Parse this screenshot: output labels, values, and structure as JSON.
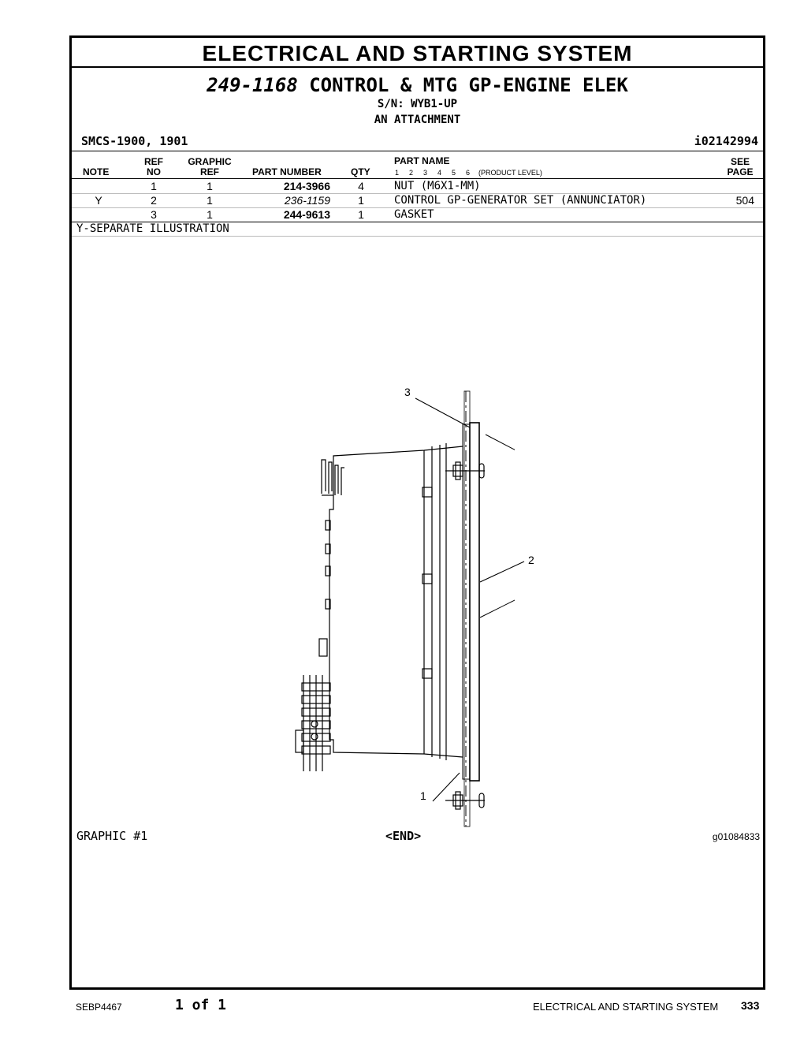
{
  "header": {
    "main_title": "ELECTRICAL AND STARTING SYSTEM",
    "group_number": "249-1168",
    "group_name": "CONTROL & MTG GP-ENGINE ELEK",
    "serial": "S/N: WYB1-UP",
    "attachment": "AN ATTACHMENT",
    "smcs": "SMCS-1900, 1901",
    "illustration_id": "i02142994"
  },
  "table": {
    "columns": {
      "note": "NOTE",
      "ref_no_1": "REF",
      "ref_no_2": "NO",
      "graphic_ref_1": "GRAPHIC",
      "graphic_ref_2": "REF",
      "part_number": "PART NUMBER",
      "qty": "QTY",
      "part_name": "PART NAME",
      "product_levels": [
        "1",
        "2",
        "3",
        "4",
        "5",
        "6"
      ],
      "product_level_label": "(PRODUCT LEVEL)",
      "see_page_1": "SEE",
      "see_page_2": "PAGE"
    },
    "rows": [
      {
        "note": "",
        "ref": "1",
        "graphic": "1",
        "part_number": "214-3966",
        "qty": "4",
        "name": "NUT (M6X1-MM)",
        "page": ""
      },
      {
        "note": "Y",
        "ref": "2",
        "graphic": "1",
        "part_number": "236-1159",
        "qty": "1",
        "name": "CONTROL GP-GENERATOR SET (ANNUNCIATOR)",
        "page": "504"
      },
      {
        "note": "",
        "ref": "3",
        "graphic": "1",
        "part_number": "244-9613",
        "qty": "1",
        "name": "GASKET",
        "page": ""
      }
    ],
    "footnote": "Y-SEPARATE ILLUSTRATION"
  },
  "illustration": {
    "callouts": [
      "1",
      "2",
      "3"
    ],
    "graphic_label": "GRAPHIC #1",
    "end_marker": "<END>",
    "graphic_id": "g01084833"
  },
  "footer": {
    "doc_id": "SEBP4467",
    "page_of": "1 of 1",
    "section": "ELECTRICAL AND STARTING SYSTEM",
    "page_number": "333"
  }
}
